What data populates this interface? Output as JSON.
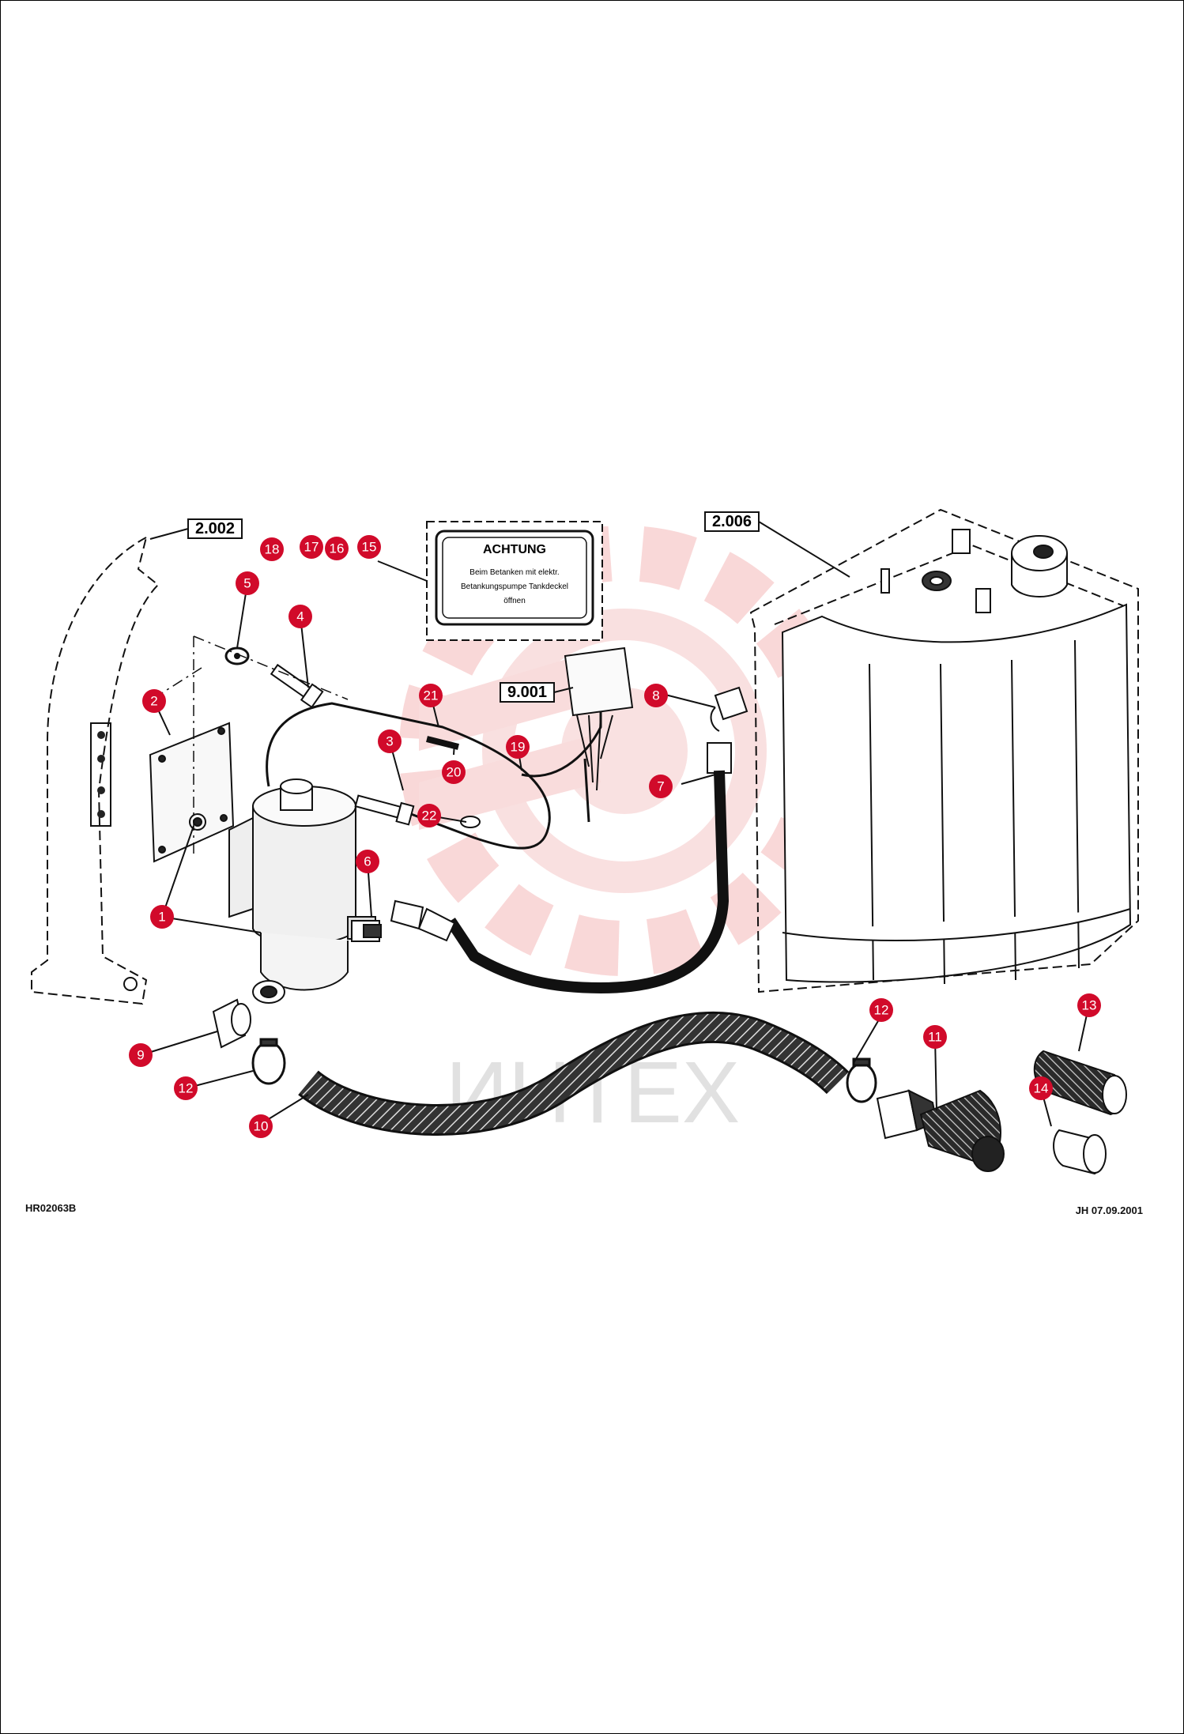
{
  "drawing_id": "HR02063B",
  "author_date": "JH 07.09.2001",
  "watermark": "ИНТЕХ",
  "references": [
    {
      "id": "ref-2002",
      "label": "2.002"
    },
    {
      "id": "ref-2006",
      "label": "2.006"
    },
    {
      "id": "ref-9001",
      "label": "9.001"
    }
  ],
  "warning_label": {
    "title": "ACHTUNG",
    "line1": "Beim Betanken mit elektr.",
    "line2": "Betankungspumpe Tankdeckel",
    "line3": "öffnen"
  },
  "callouts": [
    "1",
    "2",
    "3",
    "4",
    "5",
    "6",
    "7",
    "8",
    "9",
    "10",
    "11",
    "12",
    "12",
    "13",
    "14",
    "15",
    "16",
    "17",
    "18",
    "19",
    "20",
    "21",
    "22"
  ],
  "colors": {
    "callout": "#d10a2a",
    "line": "#111111",
    "watermark": "#f2b8b8"
  }
}
